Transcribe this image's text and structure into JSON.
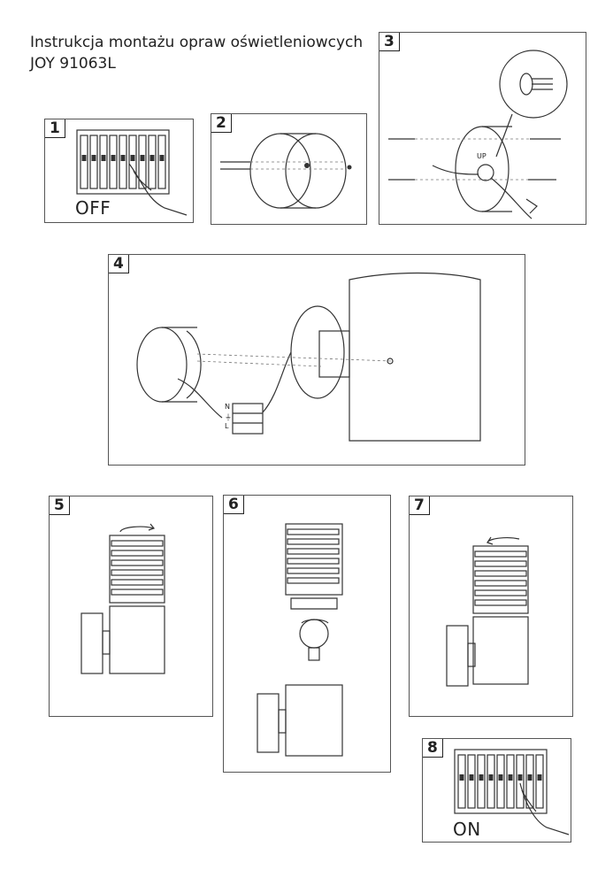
{
  "title": {
    "line1": "Instrukcja montażu opraw oświetleniowcych",
    "line2": "JOY 91063L"
  },
  "steps": [
    {
      "number": "1",
      "label": "OFF"
    },
    {
      "number": "2"
    },
    {
      "number": "3",
      "label": "UP"
    },
    {
      "number": "4",
      "terminals": [
        "N",
        "⏚",
        "L"
      ]
    },
    {
      "number": "5"
    },
    {
      "number": "6"
    },
    {
      "number": "7"
    },
    {
      "number": "8",
      "label": "ON"
    }
  ],
  "colors": {
    "line": "#333333",
    "border": "#555555",
    "background": "#ffffff"
  }
}
